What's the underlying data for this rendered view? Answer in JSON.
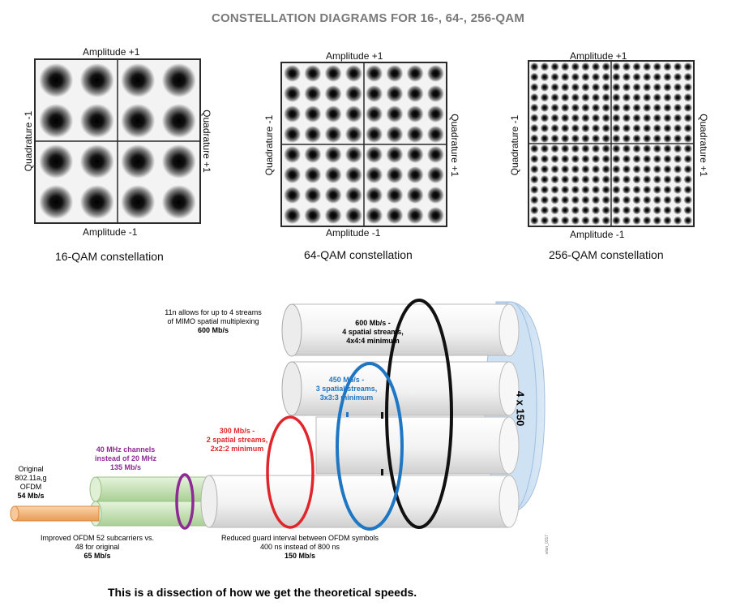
{
  "title": "CONSTELLATION DIAGRAMS FOR 16-, 64-, 256-QAM",
  "constellations": [
    {
      "points_per_side": 4,
      "top_label": "Amplitude  +1",
      "bottom_label": "Amplitude  -1",
      "left_label": "Quadrature  -1",
      "right_label": "Quadrature  +1",
      "caption": "16-QAM constellation"
    },
    {
      "points_per_side": 8,
      "top_label": "Amplitude  +1",
      "bottom_label": "Amplitude  -1",
      "left_label": "Quadrature  -1",
      "right_label": "Quadrature  +1",
      "caption": "64-QAM constellation"
    },
    {
      "points_per_side": 16,
      "top_label": "Amplitude  +1",
      "bottom_label": "Amplitude  -1",
      "left_label": "Quadrature  -1",
      "right_label": "Quadrature  +1",
      "caption": "256-QAM constellation"
    }
  ],
  "cable_diagram": {
    "original": {
      "lines": [
        "Original",
        "802.11a,g",
        "OFDM"
      ],
      "rate": "54 Mb/s"
    },
    "ofdm52": {
      "lines": [
        "Improved OFDM 52 subcarriers vs.",
        "48 for original"
      ],
      "rate": "65 Mb/s"
    },
    "channels40": {
      "lines": [
        "40 MHz channels",
        "instead of 20 MHz"
      ],
      "rate": "135 Mb/s",
      "color": "#8e2a94"
    },
    "guard": {
      "lines": [
        "Reduced guard interval between OFDM symbols",
        "400 ns instead of 800 ns"
      ],
      "rate": "150 Mb/s"
    },
    "streams2": {
      "lines": [
        "300 Mb/s -",
        "2 spatial streams,",
        "2x2:2 minimum"
      ],
      "color": "#e0252b"
    },
    "streams3": {
      "lines": [
        "450 Mb/s -",
        "3 spatial streams,",
        "3x3:3 minimum"
      ],
      "color": "#1f77c4"
    },
    "streams4": {
      "lines": [
        "600 Mb/s -",
        "4 spatial streams,",
        "4x4:4 minimum"
      ],
      "color": "#111111"
    },
    "mimo": {
      "lines": [
        "11n allows for up to 4 streams",
        "of MIMO spatial multiplexing"
      ],
      "rate": "600 Mb/s"
    },
    "multiplier": "4 x 150",
    "figure_id": "wlan_0317"
  },
  "bottom_note": "This is a dissection of how we get the theoretical speeds.",
  "colors": {
    "orange_cable": "#f6b77a",
    "green_cable": "#cfe8bf",
    "white_cable": "#f7f7f7",
    "end_cap": "#c9dff0"
  }
}
